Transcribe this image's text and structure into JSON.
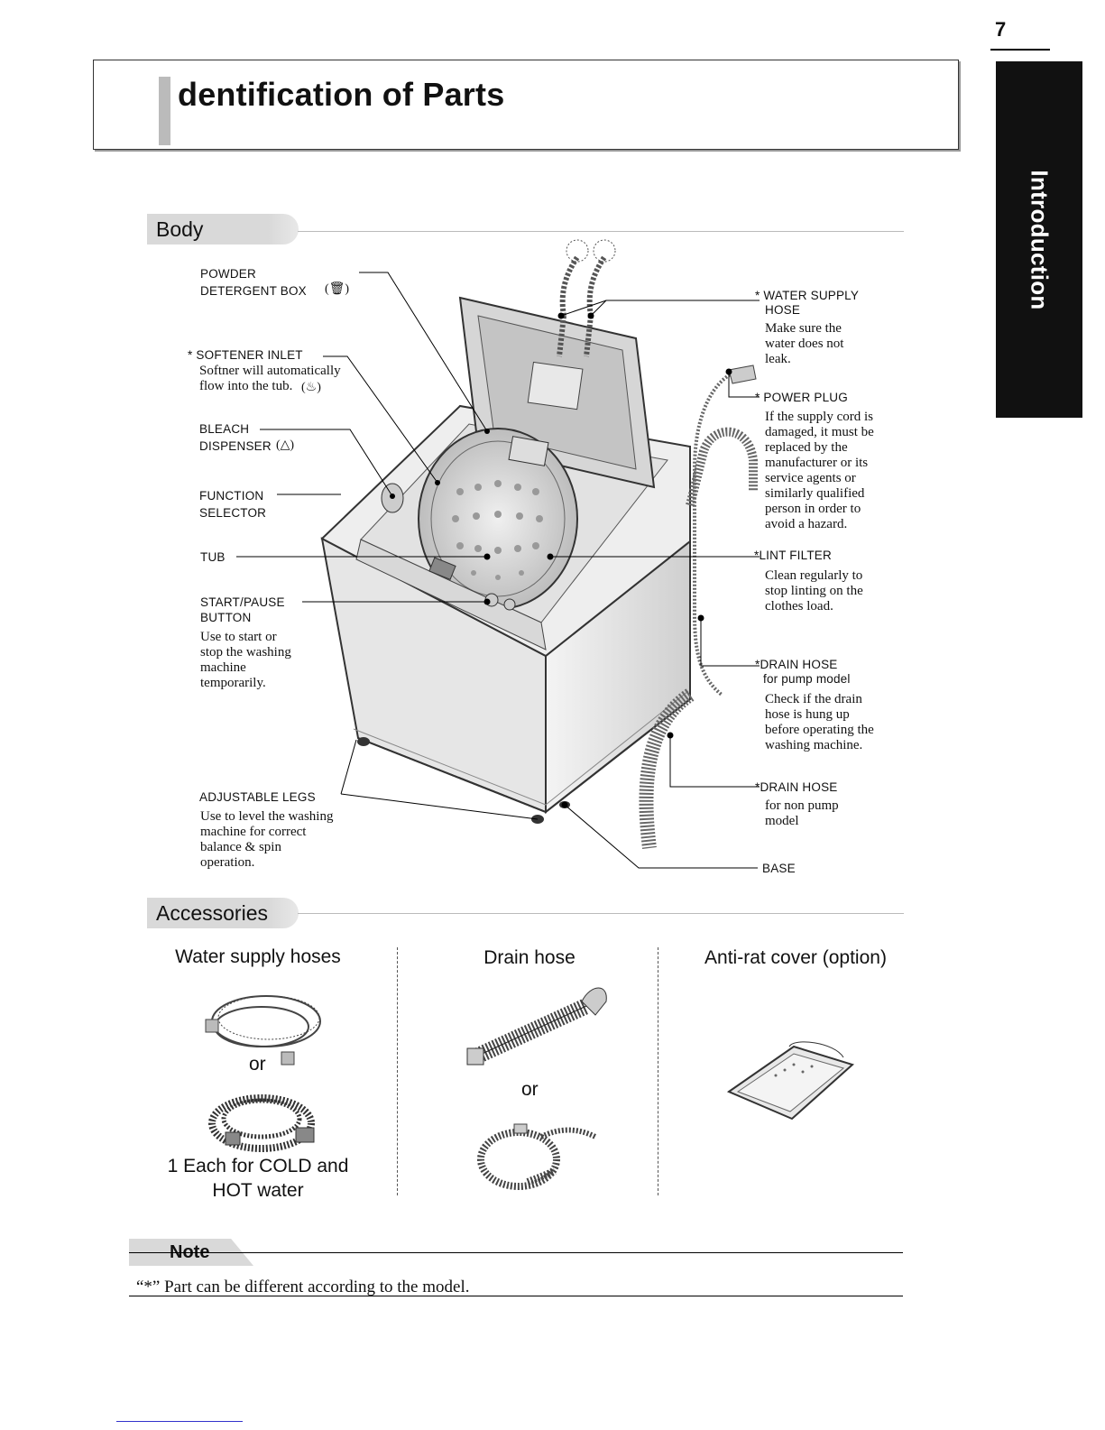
{
  "page_number": "7",
  "side_tab": "Introduction",
  "title": "dentification of Parts",
  "sections": {
    "body": "Body",
    "accessories": "Accessories"
  },
  "labels": {
    "powder": {
      "title1": "POWDER",
      "title2": "DETERGENT BOX"
    },
    "softener": {
      "star": "*",
      "title": "SOFTENER  INLET",
      "desc": [
        "Softner will automatically",
        "flow into the tub."
      ]
    },
    "bleach": {
      "title1": "BLEACH",
      "title2": "DISPENSER"
    },
    "function": {
      "title1": "FUNCTION",
      "title2": "SELECTOR"
    },
    "tub": {
      "title": "TUB"
    },
    "start": {
      "title1": "START/PAUSE",
      "title2": "BUTTON",
      "desc": [
        "Use to start or",
        "stop the washing",
        "machine",
        "temporarily."
      ]
    },
    "legs": {
      "title": "ADJUSTABLE LEGS",
      "desc": [
        "Use to level the washing",
        "machine for correct",
        "balance & spin",
        "operation."
      ]
    },
    "water_hose": {
      "star": "*",
      "title1": "WATER SUPPLY",
      "title2": "HOSE",
      "desc": [
        "Make sure the",
        "water does not",
        "leak."
      ]
    },
    "power_plug": {
      "star": "*",
      "title": "POWER PLUG",
      "desc": [
        "If the supply cord is",
        "damaged, it must be",
        "replaced by the",
        "manufacturer or its",
        "service agents or",
        "similarly qualified",
        "person in order to",
        "avoid a hazard."
      ]
    },
    "lint": {
      "star": "*",
      "title": "LINT FILTER",
      "desc": [
        "Clean regularly to",
        "stop linting on the",
        "clothes load."
      ]
    },
    "drain_pump": {
      "star": "*",
      "title1": "DRAIN HOSE",
      "title2": "for pump model",
      "desc": [
        "Check if the drain",
        "hose is hung up",
        "before operating the",
        "washing machine."
      ]
    },
    "drain_nonpump": {
      "star": "*",
      "title": "DRAIN HOSE",
      "desc": [
        "for non pump",
        "model"
      ]
    },
    "base": {
      "title": "BASE"
    }
  },
  "accessories": {
    "water": {
      "title": "Water supply hoses",
      "or": "or",
      "caption1": "1 Each for COLD and",
      "caption2": "HOT water"
    },
    "drain": {
      "title": "Drain hose",
      "or": "or"
    },
    "antirat": {
      "title": "Anti-rat cover (option)"
    }
  },
  "note": {
    "label": "Note",
    "text": "“*” Part can be different according to the model."
  }
}
